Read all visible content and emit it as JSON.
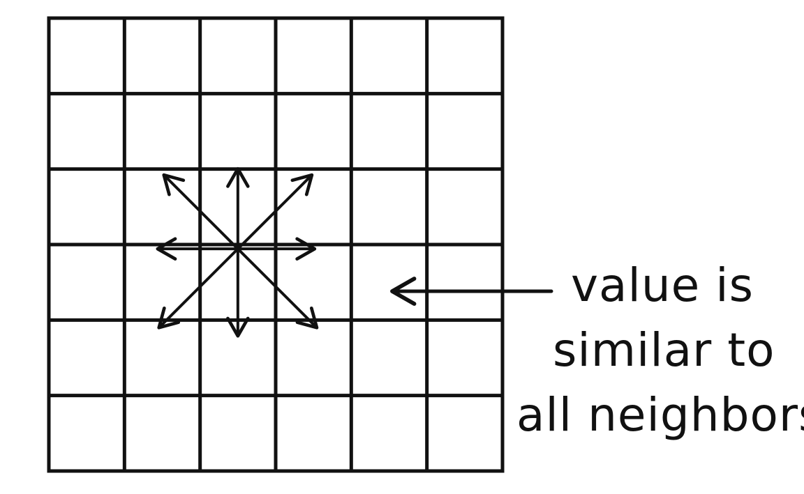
{
  "diagram": {
    "grid": {
      "rows": 6,
      "cols": 6
    },
    "focus_cell": {
      "row": 3,
      "col": 2
    },
    "neighbor_directions": [
      "up",
      "up-right",
      "right",
      "down-right",
      "down",
      "down-left",
      "left",
      "up-left"
    ],
    "annotation": {
      "lines": [
        "value is",
        "similar to",
        "all neighbors"
      ],
      "points_to": "grid"
    },
    "colors": {
      "ink": "#111111",
      "background": "#ffffff"
    }
  }
}
